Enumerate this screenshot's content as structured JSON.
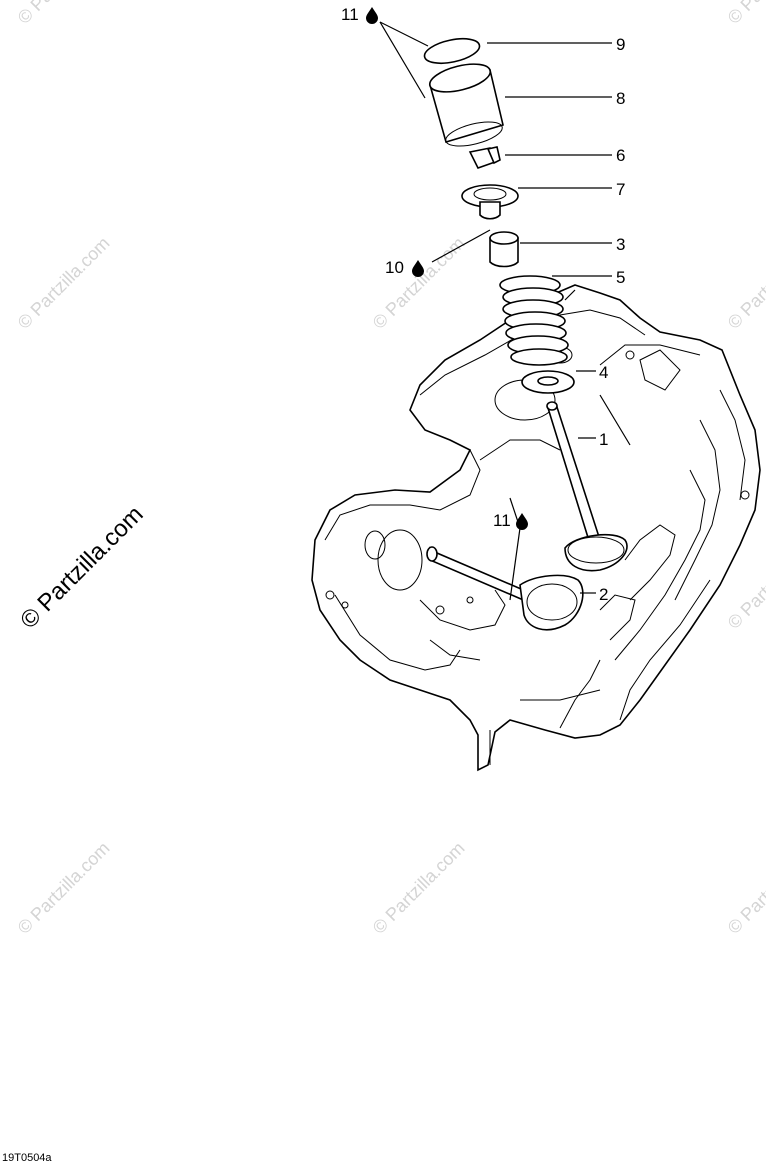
{
  "watermark": {
    "small_text": "© Partzilla.com",
    "big_text": "© Partzilla.com"
  },
  "diagram": {
    "code": "19T0504a",
    "callouts": [
      {
        "id": "9",
        "label": "9"
      },
      {
        "id": "8",
        "label": "8"
      },
      {
        "id": "6",
        "label": "6"
      },
      {
        "id": "7",
        "label": "7"
      },
      {
        "id": "3",
        "label": "3"
      },
      {
        "id": "5",
        "label": "5"
      },
      {
        "id": "4",
        "label": "4"
      },
      {
        "id": "1",
        "label": "1"
      },
      {
        "id": "2",
        "label": "2"
      },
      {
        "id": "11a",
        "label": "11"
      },
      {
        "id": "10",
        "label": "10"
      },
      {
        "id": "11b",
        "label": "11"
      }
    ]
  },
  "colors": {
    "line": "#000000",
    "watermark": "#d4d4d4",
    "background": "#ffffff"
  },
  "icons": {
    "oil_drop": "oil-drop-icon"
  }
}
